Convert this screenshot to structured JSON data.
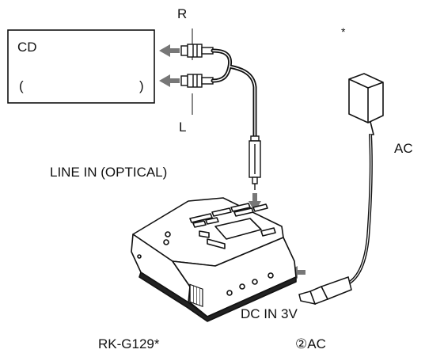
{
  "labels": {
    "r": "R",
    "l": "L",
    "cd": "CD",
    "paren_open": "(",
    "paren_close": ")",
    "asterisk": "*",
    "ac_right": "AC",
    "line_in": "LINE IN (OPTICAL)",
    "dc_in": "DC IN 3V",
    "cable": "RK-G129*",
    "ac_bottom": "②AC"
  },
  "colors": {
    "line": "#111111",
    "arrow": "#777777",
    "device": "#2a2a2a"
  }
}
